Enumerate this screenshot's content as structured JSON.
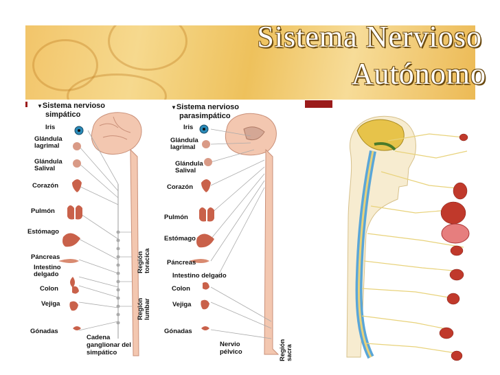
{
  "slide": {
    "title_line1": "Sistema Nervioso",
    "title_line2": "Autónomo"
  },
  "sympathetic": {
    "header_line1": "Sistema nervioso",
    "header_line2": "simpático",
    "organs": [
      "Iris",
      "Glándula lagrimal",
      "Glándula Salival",
      "Corazón",
      "Pulmón",
      "Estómago",
      "Páncreas",
      "Intestino delgado",
      "Colon",
      "Vejiga",
      "Gónadas"
    ],
    "region_toracica": "Región toracica",
    "region_lumbar": "Región lumbar",
    "chain_label": "Cadena ganglionar del simpático"
  },
  "parasympathetic": {
    "header_line1": "Sistema nervioso",
    "header_line2": "parasimpático",
    "organs": [
      "Iris",
      "Glándula lagrimal",
      "Glándula Salival",
      "Corazón",
      "Pulmón",
      "Estómago",
      "Páncreas",
      "Intestino delgado",
      "Colon",
      "Vejiga",
      "Gónadas"
    ],
    "nerve_label": "Nervio pélvico",
    "region_sacra": "Región sacra"
  },
  "colors": {
    "banner": "#f2c56a",
    "title_outline": "#6b4a10",
    "accent_red": "#9b1b1b",
    "brain": "#f3c7b0",
    "organ": "#c9614a",
    "spine_blue": "#5aa6d8",
    "nerve_yellow": "#e8d27a"
  }
}
